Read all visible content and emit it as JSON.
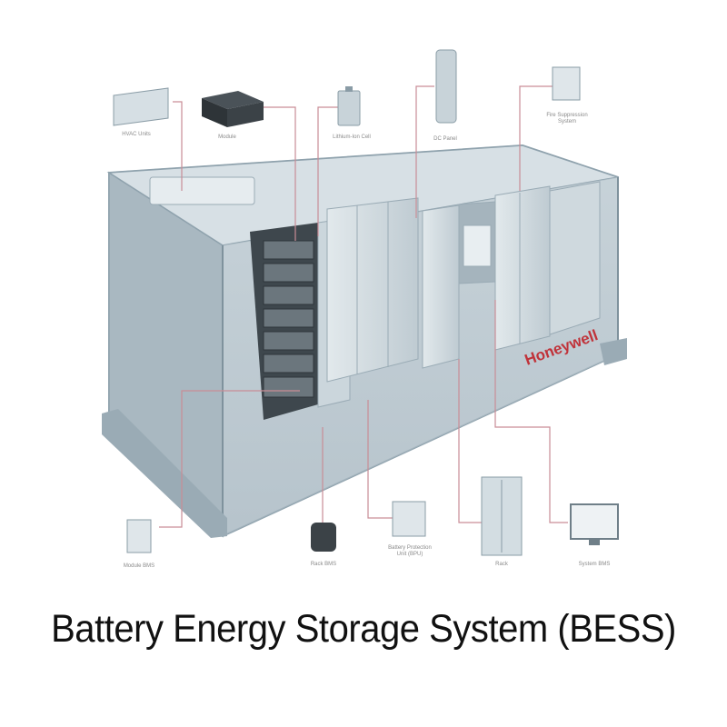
{
  "diagram": {
    "brand_label": "Honeywell",
    "callouts": [
      {
        "id": "hvac",
        "text": "HVAC Units"
      },
      {
        "id": "module",
        "text": "Module"
      },
      {
        "id": "li-ion-cell",
        "text": "Lithium-Ion Cell"
      },
      {
        "id": "dc-panel",
        "text": "DC Panel"
      },
      {
        "id": "fire-suppression",
        "text": "Fire Suppression System"
      },
      {
        "id": "module-bms",
        "text": "Module BMS"
      },
      {
        "id": "rack-bms",
        "text": "Rack BMS"
      },
      {
        "id": "bpu",
        "text": "Battery Protection Unit (BPU)"
      },
      {
        "id": "rack",
        "text": "Rack"
      },
      {
        "id": "system-bms",
        "text": "System BMS"
      }
    ]
  },
  "caption": "Battery Energy Storage System (BESS)",
  "colors": {
    "container_body": "#b9c7cf",
    "container_dark": "#8fa2ad",
    "cabinet": "#d3dde2",
    "leader_line": "#c98d96",
    "brand": "#c0333a"
  }
}
